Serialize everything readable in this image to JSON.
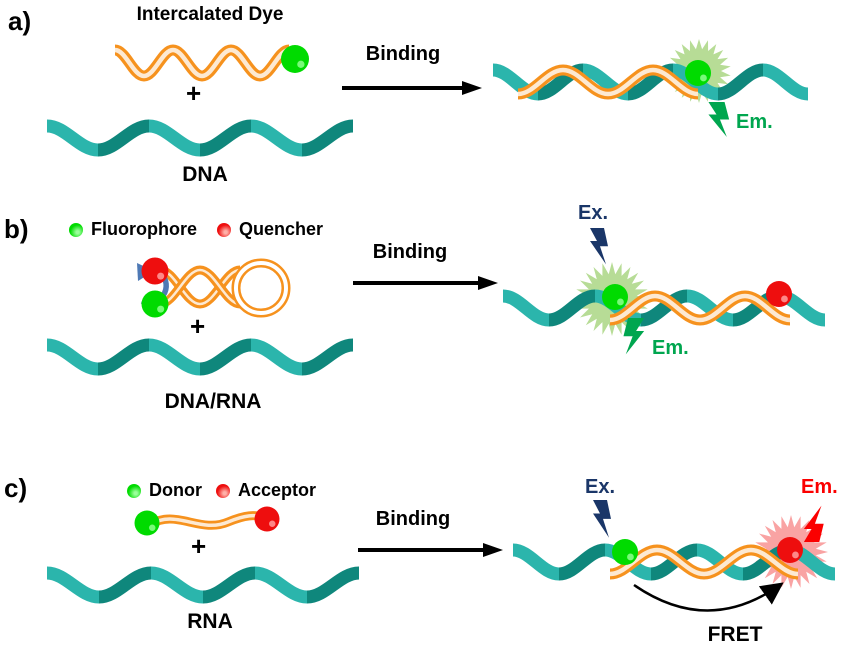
{
  "colors": {
    "teal_light": "#2BB5AC",
    "teal_dark": "#0F877C",
    "orange": "#F6921E",
    "orange_pale": "#FDE9D2",
    "green": "#00DB00",
    "green_hi": "#8DFF8D",
    "red": "#EE0E0E",
    "red_hi": "#FF9C9C",
    "navy": "#1A3668",
    "em_green": "#00A64F",
    "em_red": "#FB0000",
    "glow_green": "#B7DC96",
    "glow_pink": "#F9A3A3",
    "blue_arrow": "#4E79B5",
    "black": "#000000"
  },
  "panels": {
    "a": {
      "label": "a)",
      "probe_title": "Intercalated Dye",
      "plus": "+",
      "target": "DNA",
      "binding": "Binding",
      "em": "Em."
    },
    "b": {
      "label": "b)",
      "legend": [
        {
          "label": "Fluorophore"
        },
        {
          "label": "Quencher"
        }
      ],
      "plus": "+",
      "target": "DNA/RNA",
      "binding": "Binding",
      "ex": "Ex.",
      "em": "Em."
    },
    "c": {
      "label": "c)",
      "legend": [
        {
          "label": "Donor"
        },
        {
          "label": "Acceptor"
        }
      ],
      "plus": "+",
      "target": "RNA",
      "binding": "Binding",
      "ex": "Ex.",
      "em": "Em.",
      "fret": "FRET"
    }
  }
}
